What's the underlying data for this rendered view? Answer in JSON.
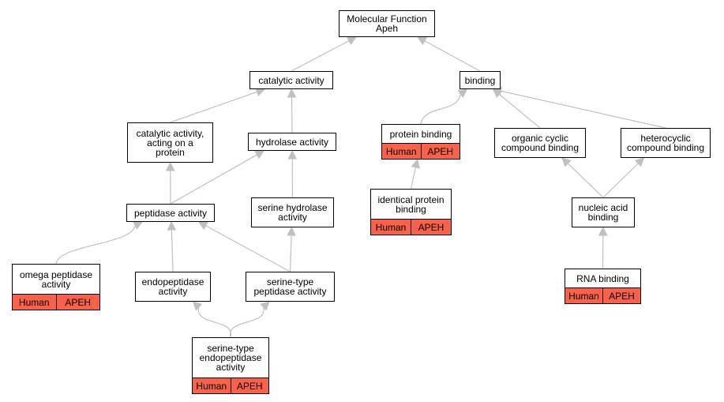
{
  "nodes": {
    "molecular_function": {
      "lines": [
        "Molecular Function",
        "Apeh"
      ]
    },
    "catalytic_activity": {
      "lines": [
        "catalytic activity"
      ]
    },
    "binding": {
      "lines": [
        "binding"
      ]
    },
    "catalytic_acting_protein": {
      "lines": [
        "catalytic activity,",
        "acting on a",
        "protein"
      ]
    },
    "hydrolase_activity": {
      "lines": [
        "hydrolase activity"
      ]
    },
    "protein_binding": {
      "lines": [
        "protein binding"
      ],
      "tags": [
        "Human",
        "APEH"
      ]
    },
    "organic_cyclic": {
      "lines": [
        "organic cyclic",
        "compound binding"
      ]
    },
    "heterocyclic": {
      "lines": [
        "heterocyclic",
        "compound binding"
      ]
    },
    "peptidase_activity": {
      "lines": [
        "peptidase activity"
      ]
    },
    "serine_hydrolase": {
      "lines": [
        "serine hydrolase",
        "activity"
      ]
    },
    "identical_protein": {
      "lines": [
        "identical protein",
        "binding"
      ],
      "tags": [
        "Human",
        "APEH"
      ]
    },
    "nucleic_acid": {
      "lines": [
        "nucleic acid",
        "binding"
      ]
    },
    "omega_peptidase": {
      "lines": [
        "omega peptidase",
        "activity"
      ],
      "tags": [
        "Human",
        "APEH"
      ]
    },
    "endopeptidase": {
      "lines": [
        "endopeptidase",
        "activity"
      ]
    },
    "serine_type_peptidase": {
      "lines": [
        "serine-type",
        "peptidase activity"
      ]
    },
    "rna_binding": {
      "lines": [
        "RNA binding"
      ],
      "tags": [
        "Human",
        "APEH"
      ]
    },
    "serine_type_endopeptidase": {
      "lines": [
        "serine-type",
        "endopeptidase",
        "activity"
      ],
      "tags": [
        "Human",
        "APEH"
      ]
    }
  },
  "edges": [
    [
      "catalytic_activity",
      "molecular_function"
    ],
    [
      "binding",
      "molecular_function"
    ],
    [
      "catalytic_acting_protein",
      "catalytic_activity"
    ],
    [
      "hydrolase_activity",
      "catalytic_activity"
    ],
    [
      "protein_binding",
      "binding"
    ],
    [
      "organic_cyclic",
      "binding"
    ],
    [
      "heterocyclic",
      "binding"
    ],
    [
      "peptidase_activity",
      "catalytic_acting_protein"
    ],
    [
      "peptidase_activity",
      "hydrolase_activity"
    ],
    [
      "serine_hydrolase",
      "hydrolase_activity"
    ],
    [
      "identical_protein",
      "protein_binding"
    ],
    [
      "nucleic_acid",
      "organic_cyclic"
    ],
    [
      "nucleic_acid",
      "heterocyclic"
    ],
    [
      "omega_peptidase",
      "peptidase_activity"
    ],
    [
      "endopeptidase",
      "peptidase_activity"
    ],
    [
      "serine_type_peptidase",
      "peptidase_activity"
    ],
    [
      "serine_type_peptidase",
      "serine_hydrolase"
    ],
    [
      "rna_binding",
      "nucleic_acid"
    ],
    [
      "serine_type_endopeptidase",
      "endopeptidase"
    ],
    [
      "serine_type_endopeptidase",
      "serine_type_peptidase"
    ]
  ],
  "colors": {
    "edge": "#c0c0c0",
    "tag_fill": "#f96249",
    "border": "#000000"
  }
}
